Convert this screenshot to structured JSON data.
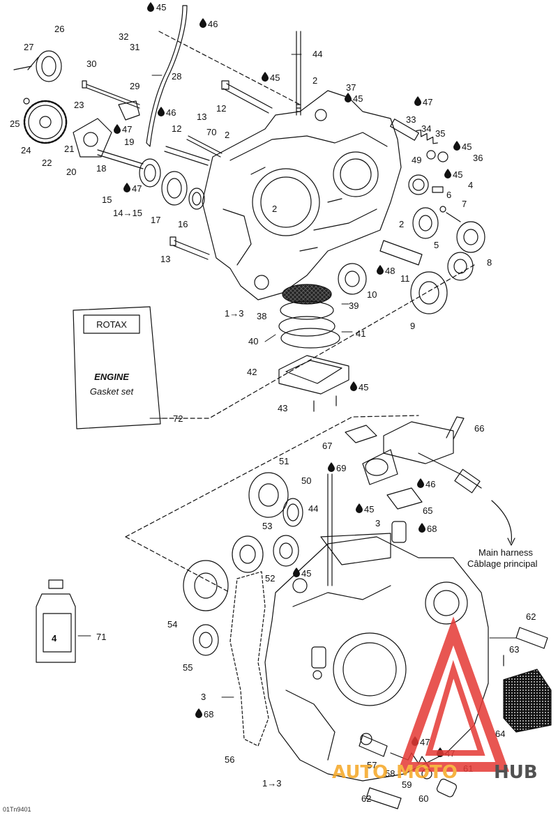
{
  "figure_code": "01Tn9401",
  "callouts": {
    "c45a": "45",
    "c46a": "46",
    "c32": "32",
    "c31": "31",
    "c44a": "44",
    "c28": "28",
    "c27": "27",
    "c26": "26",
    "c30": "30",
    "c29": "29",
    "c45b": "45",
    "c2a": "2",
    "c37": "37",
    "c45c": "45",
    "c12a": "12",
    "c47a": "47",
    "c23": "23",
    "c46b": "46",
    "c13a": "13",
    "c25": "25",
    "c24": "24",
    "c47b": "47",
    "c19": "19",
    "c12b": "12",
    "c70": "70",
    "c2b": "2",
    "c33": "33",
    "c34": "34",
    "c35": "35",
    "c45d": "45",
    "c36": "36",
    "c22": "22",
    "c21": "21",
    "c20": "20",
    "c18": "18",
    "c49": "49",
    "c45e": "45",
    "c4": "4",
    "c47c": "47",
    "c15": "15",
    "c6": "6",
    "c7": "7",
    "c14to15": "14→15",
    "c17": "17",
    "c16": "16",
    "c2c": "2",
    "c2d": "2",
    "c5": "5",
    "c13b": "13",
    "c48": "48",
    "c11": "11",
    "c8": "8",
    "c10": "10",
    "c1to3a": "1→3",
    "c39": "39",
    "c38": "38",
    "c9": "9",
    "c41": "41",
    "c40": "40",
    "c42": "42",
    "c45f": "45",
    "c43": "43",
    "c72": "72",
    "c66": "66",
    "c67": "67",
    "c46c": "46",
    "c45g": "45",
    "c65": "65",
    "c51": "51",
    "c69": "69",
    "c50": "50",
    "c44b": "44",
    "c3a": "3",
    "c68a": "68",
    "c53": "53",
    "c45h": "45",
    "c52": "52",
    "c54": "54",
    "c71": "71",
    "c62a": "62",
    "c63": "63",
    "c55": "55",
    "c3b": "3",
    "c68b": "68",
    "c64": "64",
    "c47d": "47",
    "c47e": "47",
    "c56": "56",
    "c57": "57",
    "c58": "58",
    "c61": "61",
    "c1to3b": "1→3",
    "c59": "59",
    "c62b": "62",
    "c60": "60"
  },
  "gasket_kit": {
    "brand": "ROTAX",
    "title": "ENGINE",
    "subtitle": "Gasket set"
  },
  "oil_bottle": {
    "label": "4"
  },
  "harness": {
    "line1": "Main harness",
    "line2": "Câblage principal"
  },
  "watermark": {
    "part1": "AUTO",
    "part2": "MOTO",
    "part3": "HUB",
    "color_red": "#e53935",
    "color_orange": "#f5a623"
  },
  "colors": {
    "ink": "#111111",
    "background": "#ffffff"
  }
}
